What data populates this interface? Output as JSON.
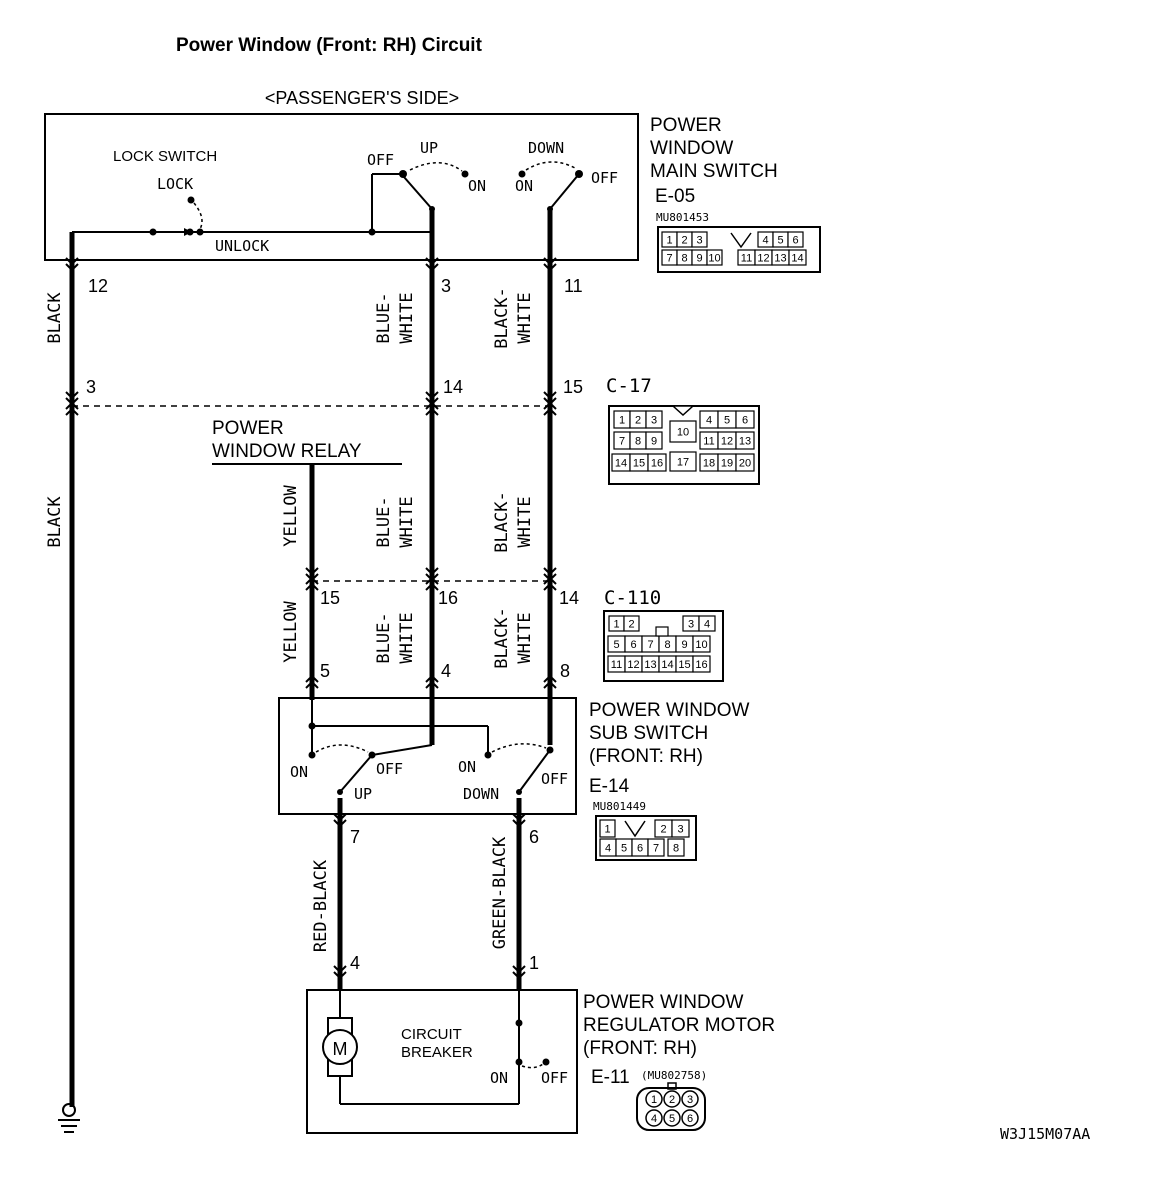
{
  "title": "Power Window (Front: RH) Circuit",
  "section_label": "<PASSENGER'S SIDE>",
  "diagram_code": "W3J15M07AA",
  "components": {
    "main_switch": {
      "name_lines": [
        "POWER",
        "WINDOW",
        "MAIN SWITCH"
      ],
      "connector": "E-05",
      "part_number": "MU801453",
      "lock_switch_label": "LOCK SWITCH",
      "lock": "LOCK",
      "unlock": "UNLOCK",
      "up": "UP",
      "down": "DOWN",
      "off_left": "OFF",
      "on_left": "ON",
      "on_right": "ON",
      "off_right": "OFF"
    },
    "relay": {
      "name_lines": [
        "POWER",
        "WINDOW RELAY"
      ]
    },
    "sub_switch": {
      "name_lines": [
        "POWER WINDOW",
        "SUB SWITCH",
        "(FRONT: RH)"
      ],
      "connector": "E-14",
      "part_number": "MU801449",
      "on_left": "ON",
      "off_left": "OFF",
      "up": "UP",
      "on_right": "ON",
      "down": "DOWN",
      "off_right": "OFF"
    },
    "motor": {
      "name_lines": [
        "POWER WINDOW",
        "REGULATOR MOTOR",
        "(FRONT: RH)"
      ],
      "connector": "E-11",
      "part_number": "(MU802758)",
      "motor_symbol": "M",
      "breaker_lines": [
        "CIRCUIT",
        "BREAKER"
      ],
      "on": "ON",
      "off": "OFF"
    }
  },
  "connectors": {
    "c17": {
      "label": "C-17"
    },
    "c110": {
      "label": "C-110"
    }
  },
  "connector_pins": {
    "e05": [
      "1",
      "2",
      "3",
      "4",
      "5",
      "6",
      "7",
      "8",
      "9",
      "10",
      "11",
      "12",
      "13",
      "14"
    ],
    "c17": [
      "1",
      "2",
      "3",
      "4",
      "5",
      "6",
      "7",
      "8",
      "9",
      "10",
      "11",
      "12",
      "13",
      "14",
      "15",
      "16",
      "17",
      "18",
      "19",
      "20"
    ],
    "c110": [
      "1",
      "2",
      "3",
      "4",
      "5",
      "6",
      "7",
      "8",
      "9",
      "10",
      "11",
      "12",
      "13",
      "14",
      "15",
      "16"
    ],
    "e14": [
      "1",
      "2",
      "3",
      "4",
      "5",
      "6",
      "7",
      "8"
    ],
    "e11": [
      "1",
      "2",
      "3",
      "4",
      "5",
      "6"
    ]
  },
  "pins": {
    "main_12": "12",
    "main_3": "3",
    "main_11": "11",
    "c17_3": "3",
    "c17_14": "14",
    "c17_15": "15",
    "c110_15": "15",
    "c110_16": "16",
    "c110_14": "14",
    "sub_5": "5",
    "sub_4": "4",
    "sub_8": "8",
    "sub_7": "7",
    "sub_6": "6",
    "motor_4": "4",
    "motor_1": "1"
  },
  "wires": {
    "black": "BLACK",
    "blue_white": [
      "BLUE-",
      "WHITE"
    ],
    "black_white": [
      "BLACK-",
      "WHITE"
    ],
    "yellow": "YELLOW",
    "red_black": "RED-BLACK",
    "green_black": "GREEN-BLACK"
  }
}
